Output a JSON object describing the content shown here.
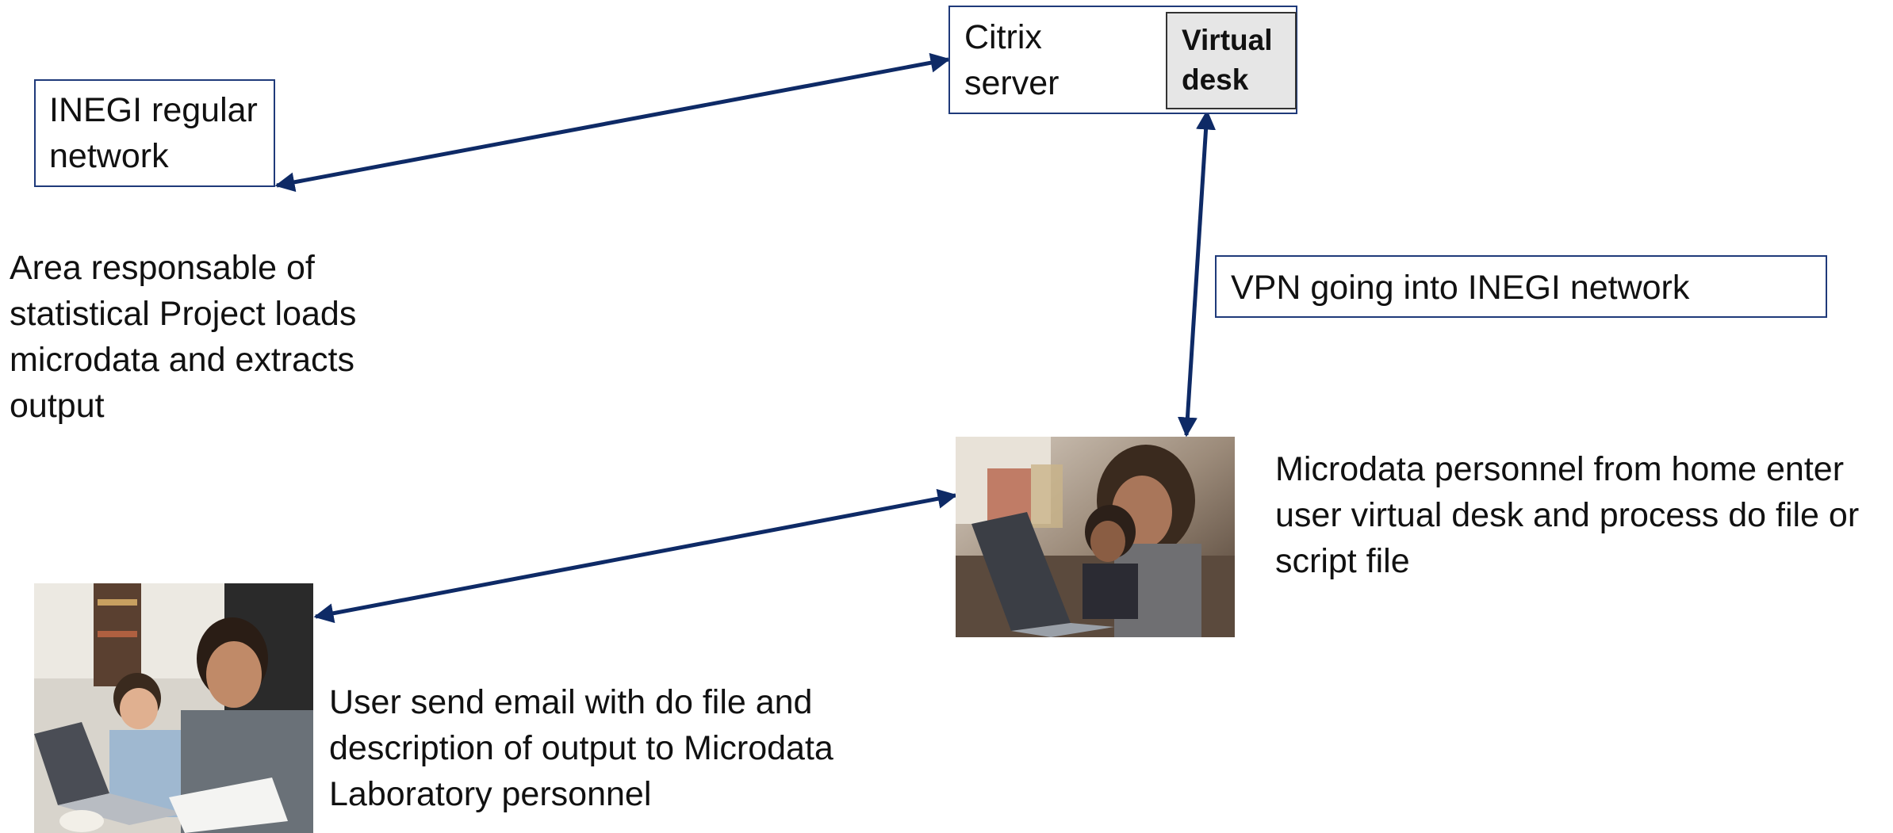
{
  "nodes": {
    "inegi_network": {
      "label": "INEGI regular\nnetwork"
    },
    "citrix_server": {
      "label": "Citrix\nserver"
    },
    "virtual_desk": {
      "label": "Virtual\ndesk"
    },
    "vpn": {
      "label": "VPN going into INEGI network"
    }
  },
  "captions": {
    "area": "Area responsable of\nstatistical Project loads\nmicrodata and extracts\noutput",
    "personnel": "Microdata personnel from home enter\nuser virtual desk and process do file or\nscript file",
    "user": "User send email with do file and\ndescription of output to Microdata\nLaboratory personnel"
  },
  "photos": {
    "personnel_photo": "woman-and-child-at-laptop-photo",
    "user_photo": "man-and-child-at-laptop-photo"
  },
  "colors": {
    "accent": "#1f3a7a",
    "arrow": "#0e2a66"
  }
}
